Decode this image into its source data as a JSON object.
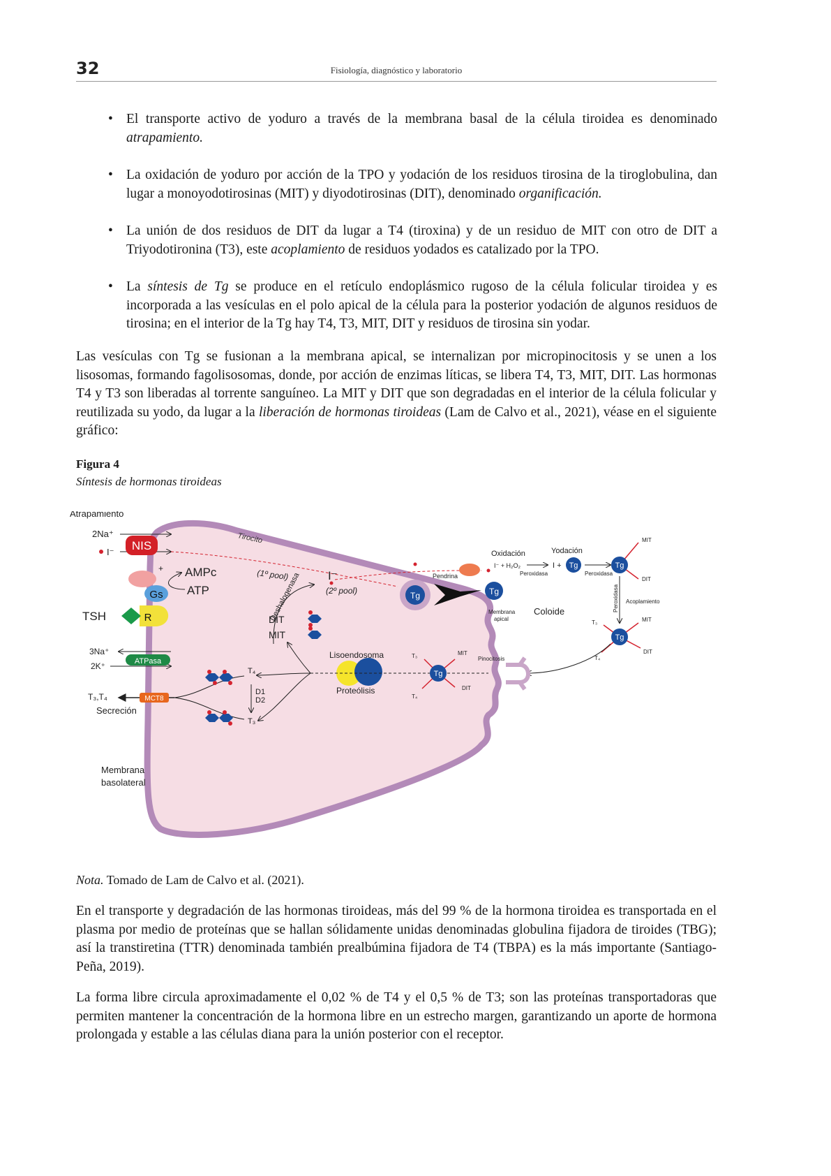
{
  "header": {
    "page_number": "32",
    "running_head": "Fisiología, diagnóstico y laboratorio"
  },
  "bullets": [
    {
      "pre": "El transporte activo de yoduro a través de la membrana basal de la célula tiroidea es denominado ",
      "em": "atrapamiento.",
      "post": ""
    },
    {
      "pre": "La oxidación de yoduro por acción de la TPO y yodación de los residuos tirosina de la tiroglobulina, dan lugar a monoyodotirosinas (MIT) y diyodotirosinas (DIT), denominado ",
      "em": "organificación.",
      "post": ""
    },
    {
      "pre": "La unión de dos residuos de DIT da lugar a T4 (tiroxina) y de un residuo de MIT con otro de DIT a Triyodotironina (T3), este ",
      "em": "acoplamiento",
      "post": " de residuos yodados es catalizado por la TPO."
    },
    {
      "pre": "La ",
      "em": "síntesis de Tg",
      "post": " se produce en el retículo endoplásmico rugoso de la célula folicular tiroidea y es incorporada a las vesículas en el polo apical de la célula para la posterior yodación de algunos residuos de tirosina; en el interior de la Tg hay T4, T3, MIT, DIT y residuos de tirosina sin yodar."
    }
  ],
  "para1": {
    "pre": "Las vesículas con Tg se fusionan a la membrana apical, se internalizan por micropinocitosis y se unen a los lisosomas, formando fagolisosomas, donde, por acción de enzimas líticas, se libera T4, T3, MIT, DIT. Las hormonas T4 y T3 son liberadas al torrente sanguíneo. La MIT y DIT que son degradadas en el interior de la célula folicular y reutilizada su yodo, da lugar a la ",
    "em": "liberación de hormonas tiroideas",
    "post": " (Lam de Calvo et al., 2021), véase en el siguiente gráfico:"
  },
  "figure": {
    "label": "Figura 4",
    "title": "Síntesis de hormonas tiroideas",
    "labels": {
      "atrapamiento": "Atrapamiento",
      "na2": "2Na⁺",
      "iodide": "I⁻",
      "nis": "NIS",
      "tirocito": "Tirocito",
      "pool1": "(1º pool)",
      "ampc": "AMPc",
      "atp": "ATP",
      "plus": "+",
      "gs": "Gs",
      "tsh": "TSH",
      "r": "R",
      "deshalogenasa": "Deshalogenasa",
      "i2": "I⁻",
      "pool2": "(2º pool)",
      "dit": "DIT",
      "mit": "MIT",
      "na3": "3Na⁺",
      "k2": "2K⁺",
      "atpasa": "ATPasa",
      "t4": "T₄",
      "t3": "T₃",
      "d1": "D1",
      "d2": "D2",
      "t3t4": "T₃,T₄",
      "mct8": "MCT8",
      "secrecion": "Secreción",
      "lisoendosoma": "Lisoendosoma",
      "proteolisis": "Proteólisis",
      "membrana_baso_1": "Membrana",
      "membrana_baso_2": "basolateral",
      "pendrina": "Pendrina",
      "oxidacion": "Oxidación",
      "ox_eq": "I⁻ + H₂O₂",
      "peroxidasa": "Peroxidasa",
      "yodacion": "Yodación",
      "i_plus": "I +",
      "tg": "Tg",
      "coloide": "Coloide",
      "membrana_apical_1": "Membrana",
      "membrana_apical_2": "apical",
      "acoplamiento": "Acoplamiento",
      "pinocitosis": "Pinocitosis",
      "mit_small": "MIT",
      "dit_small": "DIT",
      "t3_small": "T₃",
      "t4_small": "T₄"
    }
  },
  "note": {
    "em": "Nota.",
    "text": " Tomado de Lam de Calvo et al. (2021)."
  },
  "para2": "En el transporte y degradación de las hormonas tiroideas, más del 99 % de la hormona tiroidea es transportada en el plasma por medio de proteínas que se hallan sólidamente unidas denominadas globulina fijadora de tiroides (TBG); así la transtiretina (TTR) denominada también prealbúmina fijadora de T4 (TBPA) es la más importante (Santiago-Peña, 2019).",
  "para3": "La forma libre circula aproximadamente el 0,02 % de T4 y el 0,5 % de T3; son las proteínas transportadoras que permiten mantener la concentración de la hormona libre en un estrecho margen, garantizando un aporte de hormona prolongada y estable a las células diana para la unión posterior con el receptor.",
  "colors": {
    "cell_fill": "#f6dde4",
    "membrane": "#b38ab8",
    "nis": "#d32027",
    "tg_blue": "#1b4f9e",
    "gs": "#5aa0dc",
    "tsh": "#1a9a4a",
    "r": "#f2e13a",
    "mct8": "#e8671e",
    "atpasa": "#1e8a46",
    "pendrina": "#ee7b4f",
    "red_line": "#d4232f"
  }
}
